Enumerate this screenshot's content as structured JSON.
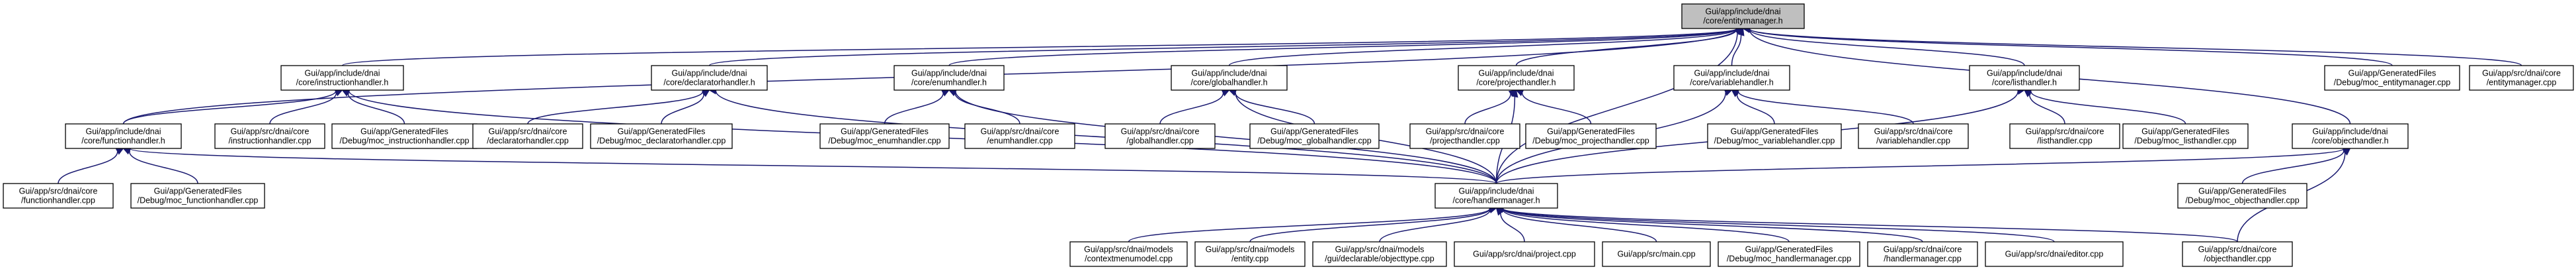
{
  "graph": {
    "root": "entitymanager",
    "colors": {
      "edge": "#191970",
      "root_fill": "#bfbfbf",
      "node_fill": "#ffffff",
      "border": "#000000"
    },
    "nodes": [
      {
        "id": "entitymanager",
        "lines": [
          "Gui/app/include/dnai",
          "/core/entitymanager.h"
        ],
        "root": true
      },
      {
        "id": "instructionhandler",
        "lines": [
          "Gui/app/include/dnai",
          "/core/instructionhandler.h"
        ]
      },
      {
        "id": "declaratorhandler",
        "lines": [
          "Gui/app/include/dnai",
          "/core/declaratorhandler.h"
        ]
      },
      {
        "id": "enumhandler",
        "lines": [
          "Gui/app/include/dnai",
          "/core/enumhandler.h"
        ]
      },
      {
        "id": "globalhandler",
        "lines": [
          "Gui/app/include/dnai",
          "/core/globalhandler.h"
        ]
      },
      {
        "id": "projecthandler",
        "lines": [
          "Gui/app/include/dnai",
          "/core/projecthandler.h"
        ]
      },
      {
        "id": "variablehandler",
        "lines": [
          "Gui/app/include/dnai",
          "/core/variablehandler.h"
        ]
      },
      {
        "id": "listhandler",
        "lines": [
          "Gui/app/include/dnai",
          "/core/listhandler.h"
        ]
      },
      {
        "id": "moc_entitymanager",
        "lines": [
          "Gui/app/GeneratedFiles",
          "/Debug/moc_entitymanager.cpp"
        ]
      },
      {
        "id": "entitymanager_cpp",
        "lines": [
          "Gui/app/src/dnai/core",
          "/entitymanager.cpp"
        ]
      },
      {
        "id": "functionhandler",
        "lines": [
          "Gui/app/include/dnai",
          "/core/functionhandler.h"
        ]
      },
      {
        "id": "instructionhandler_cpp",
        "lines": [
          "Gui/app/src/dnai/core",
          "/instructionhandler.cpp"
        ]
      },
      {
        "id": "moc_instructionhandler",
        "lines": [
          "Gui/app/GeneratedFiles",
          "/Debug/moc_instructionhandler.cpp"
        ]
      },
      {
        "id": "declaratorhandler_cpp",
        "lines": [
          "Gui/app/src/dnai/core",
          "/declaratorhandler.cpp"
        ]
      },
      {
        "id": "moc_declaratorhandler",
        "lines": [
          "Gui/app/GeneratedFiles",
          "/Debug/moc_declaratorhandler.cpp"
        ]
      },
      {
        "id": "moc_enumhandler",
        "lines": [
          "Gui/app/GeneratedFiles",
          "/Debug/moc_enumhandler.cpp"
        ]
      },
      {
        "id": "enumhandler_cpp",
        "lines": [
          "Gui/app/src/dnai/core",
          "/enumhandler.cpp"
        ]
      },
      {
        "id": "globalhandler_cpp",
        "lines": [
          "Gui/app/src/dnai/core",
          "/globalhandler.cpp"
        ]
      },
      {
        "id": "moc_globalhandler",
        "lines": [
          "Gui/app/GeneratedFiles",
          "/Debug/moc_globalhandler.cpp"
        ]
      },
      {
        "id": "projecthandler_cpp",
        "lines": [
          "Gui/app/src/dnai/core",
          "/projecthandler.cpp"
        ]
      },
      {
        "id": "moc_projecthandler",
        "lines": [
          "Gui/app/GeneratedFiles",
          "/Debug/moc_projecthandler.cpp"
        ]
      },
      {
        "id": "moc_variablehandler",
        "lines": [
          "Gui/app/GeneratedFiles",
          "/Debug/moc_variablehandler.cpp"
        ]
      },
      {
        "id": "variablehandler_cpp",
        "lines": [
          "Gui/app/src/dnai/core",
          "/variablehandler.cpp"
        ]
      },
      {
        "id": "listhandler_cpp",
        "lines": [
          "Gui/app/src/dnai/core",
          "/listhandler.cpp"
        ]
      },
      {
        "id": "moc_listhandler",
        "lines": [
          "Gui/app/GeneratedFiles",
          "/Debug/moc_listhandler.cpp"
        ]
      },
      {
        "id": "objecthandler",
        "lines": [
          "Gui/app/include/dnai",
          "/core/objecthandler.h"
        ]
      },
      {
        "id": "functionhandler_cpp",
        "lines": [
          "Gui/app/src/dnai/core",
          "/functionhandler.cpp"
        ]
      },
      {
        "id": "moc_functionhandler",
        "lines": [
          "Gui/app/GeneratedFiles",
          "/Debug/moc_functionhandler.cpp"
        ]
      },
      {
        "id": "handlermanager",
        "lines": [
          "Gui/app/include/dnai",
          "/core/handlermanager.h"
        ]
      },
      {
        "id": "moc_objecthandler",
        "lines": [
          "Gui/app/GeneratedFiles",
          "/Debug/moc_objecthandler.cpp"
        ]
      },
      {
        "id": "contextmenumodel",
        "lines": [
          "Gui/app/src/dnai/models",
          "/contextmenumodel.cpp"
        ]
      },
      {
        "id": "entity_cpp",
        "lines": [
          "Gui/app/src/dnai/models",
          "/entity.cpp"
        ]
      },
      {
        "id": "objecttype",
        "lines": [
          "Gui/app/src/dnai/models",
          "/gui/declarable/objecttype.cpp"
        ]
      },
      {
        "id": "project_cpp",
        "lines": [
          "Gui/app/src/dnai/project.cpp"
        ]
      },
      {
        "id": "main_cpp",
        "lines": [
          "Gui/app/src/main.cpp"
        ]
      },
      {
        "id": "moc_handlermanager",
        "lines": [
          "Gui/app/GeneratedFiles",
          "/Debug/moc_handlermanager.cpp"
        ]
      },
      {
        "id": "handlermanager_cpp",
        "lines": [
          "Gui/app/src/dnai/core",
          "/handlermanager.cpp"
        ]
      },
      {
        "id": "editor_cpp",
        "lines": [
          "Gui/app/src/dnai/editor.cpp"
        ]
      },
      {
        "id": "objecthandler_cpp",
        "lines": [
          "Gui/app/src/dnai/core",
          "/objecthandler.cpp"
        ]
      }
    ],
    "edges": [
      [
        "instructionhandler",
        "entitymanager"
      ],
      [
        "declaratorhandler",
        "entitymanager"
      ],
      [
        "enumhandler",
        "entitymanager"
      ],
      [
        "globalhandler",
        "entitymanager"
      ],
      [
        "projecthandler",
        "entitymanager"
      ],
      [
        "variablehandler",
        "entitymanager"
      ],
      [
        "listhandler",
        "entitymanager"
      ],
      [
        "moc_entitymanager",
        "entitymanager"
      ],
      [
        "entitymanager_cpp",
        "entitymanager"
      ],
      [
        "functionhandler",
        "entitymanager"
      ],
      [
        "objecthandler",
        "entitymanager"
      ],
      [
        "handlermanager",
        "entitymanager"
      ],
      [
        "functionhandler",
        "instructionhandler"
      ],
      [
        "instructionhandler_cpp",
        "instructionhandler"
      ],
      [
        "moc_instructionhandler",
        "instructionhandler"
      ],
      [
        "declaratorhandler_cpp",
        "declaratorhandler"
      ],
      [
        "moc_declaratorhandler",
        "declaratorhandler"
      ],
      [
        "moc_enumhandler",
        "enumhandler"
      ],
      [
        "enumhandler_cpp",
        "enumhandler"
      ],
      [
        "globalhandler_cpp",
        "globalhandler"
      ],
      [
        "moc_globalhandler",
        "globalhandler"
      ],
      [
        "projecthandler_cpp",
        "projecthandler"
      ],
      [
        "moc_projecthandler",
        "projecthandler"
      ],
      [
        "moc_variablehandler",
        "variablehandler"
      ],
      [
        "variablehandler_cpp",
        "variablehandler"
      ],
      [
        "listhandler_cpp",
        "listhandler"
      ],
      [
        "moc_listhandler",
        "listhandler"
      ],
      [
        "functionhandler_cpp",
        "functionhandler"
      ],
      [
        "moc_functionhandler",
        "functionhandler"
      ],
      [
        "moc_objecthandler",
        "objecthandler"
      ],
      [
        "objecthandler_cpp",
        "objecthandler"
      ],
      [
        "handlermanager",
        "functionhandler"
      ],
      [
        "handlermanager",
        "instructionhandler"
      ],
      [
        "handlermanager",
        "declaratorhandler"
      ],
      [
        "handlermanager",
        "enumhandler"
      ],
      [
        "handlermanager",
        "globalhandler"
      ],
      [
        "handlermanager",
        "projecthandler"
      ],
      [
        "handlermanager",
        "variablehandler"
      ],
      [
        "handlermanager",
        "listhandler"
      ],
      [
        "handlermanager",
        "objecthandler"
      ],
      [
        "contextmenumodel",
        "handlermanager"
      ],
      [
        "entity_cpp",
        "handlermanager"
      ],
      [
        "objecttype",
        "handlermanager"
      ],
      [
        "project_cpp",
        "handlermanager"
      ],
      [
        "main_cpp",
        "handlermanager"
      ],
      [
        "moc_handlermanager",
        "handlermanager"
      ],
      [
        "handlermanager_cpp",
        "handlermanager"
      ],
      [
        "editor_cpp",
        "handlermanager"
      ],
      [
        "objecthandler_cpp",
        "handlermanager"
      ]
    ]
  }
}
